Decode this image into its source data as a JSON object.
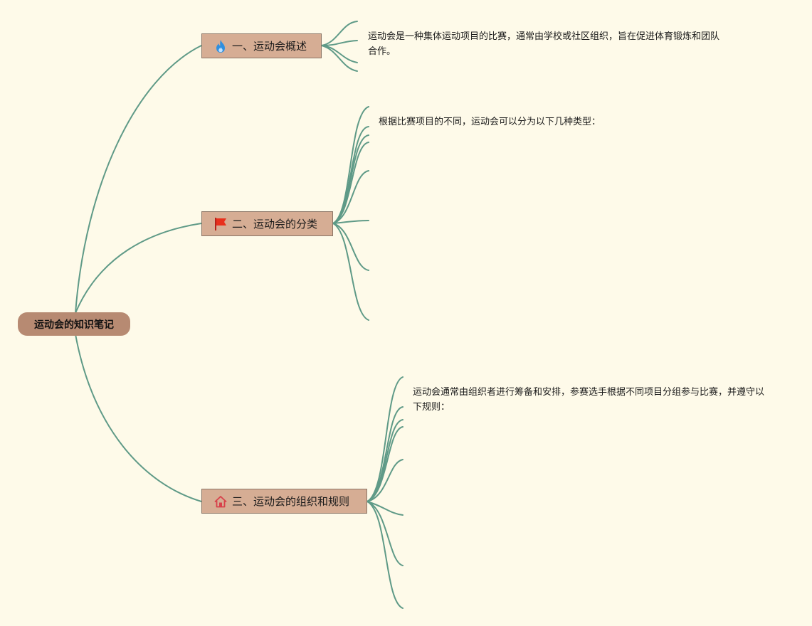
{
  "root": {
    "label": "运动会的知识笔记"
  },
  "branches": [
    {
      "label": "一、运动会概述",
      "icon": "flame-icon",
      "note": "运动会是一种集体运动项目的比赛，通常由学校或社区组织，旨在促进体育锻炼和团队合作。"
    },
    {
      "label": "二、运动会的分类",
      "icon": "red-flag-icon",
      "note": "根据比赛项目的不同，运动会可以分为以下几种类型："
    },
    {
      "label": "三、运动会的组织和规则",
      "icon": "house-icon",
      "note": "运动会通常由组织者进行筹备和安排，参赛选手根据不同项目分组参与比赛，并遵守以下规则："
    }
  ],
  "colors": {
    "background": "#fefae9",
    "root_fill": "#b78a72",
    "branch_fill": "#d6ad94",
    "branch_border": "#8b7566",
    "connector": "#5f9a87",
    "flame": "#2e8fe0",
    "flag": "#e8301c",
    "house": "#d8404a"
  }
}
